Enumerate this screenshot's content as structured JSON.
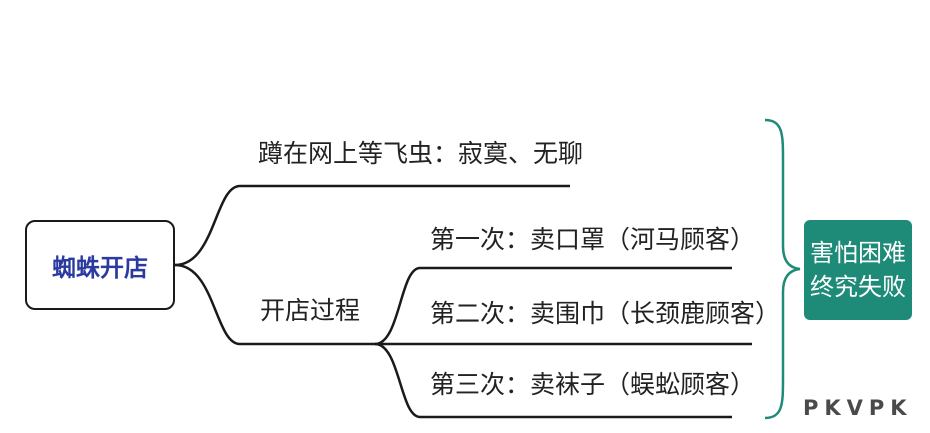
{
  "mindmap": {
    "root": {
      "label": "蜘蛛开店"
    },
    "branches": [
      {
        "label": "蹲在网上等飞虫：寂寞、无聊",
        "children": []
      },
      {
        "label": "开店过程",
        "children": [
          {
            "label": "第一次：卖口罩（河马顾客）"
          },
          {
            "label": "第二次：卖围巾（长颈鹿顾客）"
          },
          {
            "label": "第三次：卖袜子（蜈蚣顾客）"
          }
        ]
      }
    ],
    "conclusion": {
      "line1": "害怕困难",
      "line2": "终究失败"
    }
  },
  "colors": {
    "root_text": "#2b3aa0",
    "conclusion_bg": "#1e8a78",
    "line": "#1a1a1a",
    "brace": "#1e8a78"
  },
  "watermark": "PKVPK"
}
